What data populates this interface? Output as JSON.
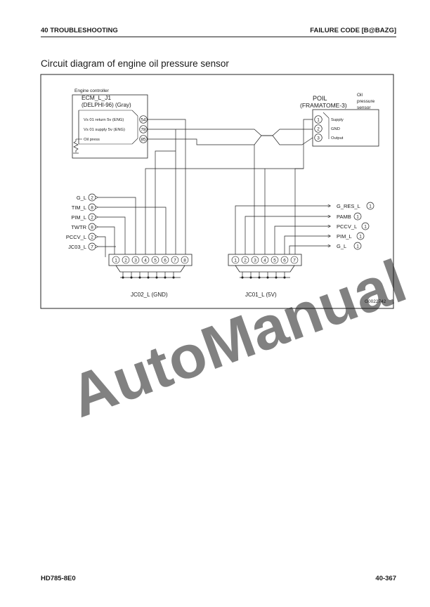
{
  "header": {
    "left": "40 TROUBLESHOOTING",
    "right": "FAILURE CODE [B@BAZG]"
  },
  "title": "Circuit diagram of engine oil pressure sensor",
  "ecm": {
    "caption": "Engine controller",
    "name": "ECM_L_J1",
    "model": "(DELPHI-96) (Gray)",
    "pins": [
      {
        "label": "Vs 01 return 5v (ENG)",
        "num": "54"
      },
      {
        "label": "Vs 01 supply 5v (ENG)",
        "num": "78"
      },
      {
        "label": "Oil press",
        "num": "85"
      }
    ]
  },
  "poil": {
    "name": "POIL",
    "model": "(FRAMATOME-3)",
    "caption": [
      "Oil",
      "pressure",
      "sensor"
    ],
    "pins": [
      {
        "num": "1",
        "label": "Supply"
      },
      {
        "num": "2",
        "label": "GND"
      },
      {
        "num": "3",
        "label": "Output"
      }
    ]
  },
  "left_signals": [
    {
      "label": "G_L",
      "num": "2"
    },
    {
      "label": "TIM_L",
      "num": "8"
    },
    {
      "label": "PIM_L",
      "num": "2"
    },
    {
      "label": "TWTR",
      "num": "8"
    },
    {
      "label": "PCCV_L",
      "num": "2"
    },
    {
      "label": "JC03_L",
      "num": "7"
    }
  ],
  "right_signals": [
    {
      "label": "G_RES_L",
      "num": "1"
    },
    {
      "label": "PAMB",
      "num": "1"
    },
    {
      "label": "PCCV_L",
      "num": "1"
    },
    {
      "label": "PIM_L",
      "num": "1"
    },
    {
      "label": "G_L",
      "num": "1"
    }
  ],
  "jc02": {
    "label": "JC02_L  (GND)",
    "pins": [
      "1",
      "2",
      "3",
      "4",
      "5",
      "6",
      "7",
      "8"
    ]
  },
  "jc01": {
    "label": "JC01_L  (5V)",
    "pins": [
      "1",
      "2",
      "3",
      "4",
      "5",
      "6",
      "7"
    ]
  },
  "figure_id": "G0022742",
  "watermark": "AutoManual",
  "footer": {
    "left": "HD785-8E0",
    "right": "40-367"
  }
}
